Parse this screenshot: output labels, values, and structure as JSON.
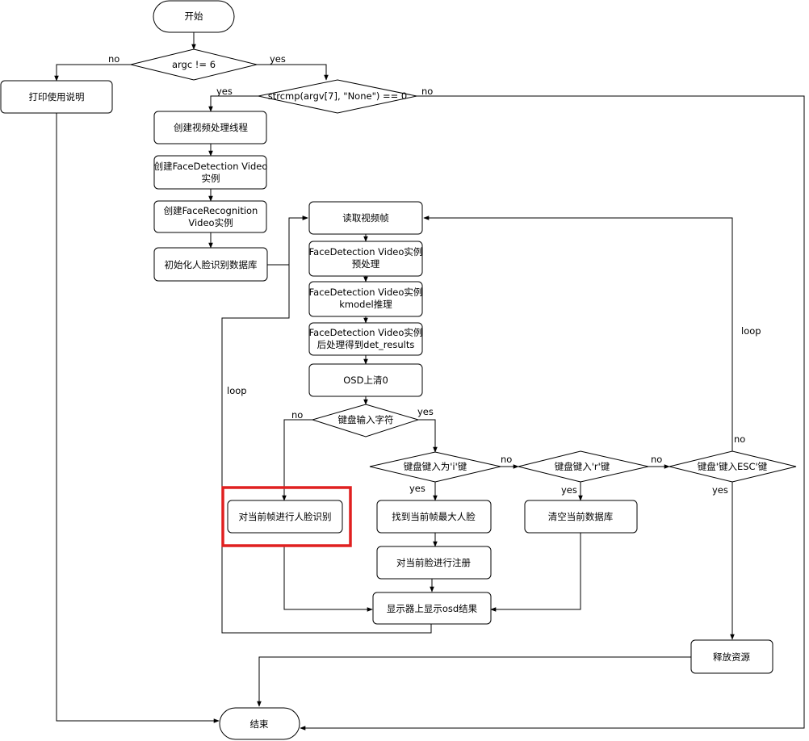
{
  "nodes": {
    "start": "开始",
    "argc_check": "argc != 6",
    "print_usage": "打印使用说明",
    "strcmp_check": "strcmp(argv[7], \"None\") == 0",
    "create_thread": "创建视频处理线程",
    "create_fd_1": "创建FaceDetection Video",
    "create_fd_2": "实例",
    "create_fr_1": "创建FaceRecognition",
    "create_fr_2": "Video实例",
    "init_db": "初始化人脸识别数据库",
    "read_frame": "读取视频帧",
    "fd_pre_1": "FaceDetection Video实例",
    "fd_pre_2": "预处理",
    "fd_infer_1": "FaceDetection Video实例",
    "fd_infer_2": "kmodel推理",
    "fd_post_1": "FaceDetection Video实例",
    "fd_post_2": "后处理得到det_results",
    "osd_clear": "OSD上清0",
    "keyboard_input": "键盘输入字符",
    "key_i": "键盘键入为'i'键",
    "key_r": "键盘键入'r'键",
    "key_esc": "键盘'键入ESC'键",
    "recognize": "对当前帧进行人脸识别",
    "find_face": "找到当前帧最大人脸",
    "clear_db": "清空当前数据库",
    "register": "对当前脸进行注册",
    "display": "显示器上显示osd结果",
    "release": "释放资源",
    "end": "结束"
  },
  "edge_labels": {
    "argc_no": "no",
    "argc_yes": "yes",
    "strcmp_yes": "yes",
    "strcmp_no": "no",
    "loop_left": "loop",
    "loop_right": "loop",
    "kb_no": "no",
    "kb_yes": "yes",
    "i_no": "no",
    "i_yes": "yes",
    "r_no": "no",
    "r_yes": "yes",
    "esc_no": "no",
    "esc_yes": "yes"
  },
  "colors": {
    "highlight": "#e02020",
    "stroke": "#000000",
    "background": "#ffffff"
  }
}
